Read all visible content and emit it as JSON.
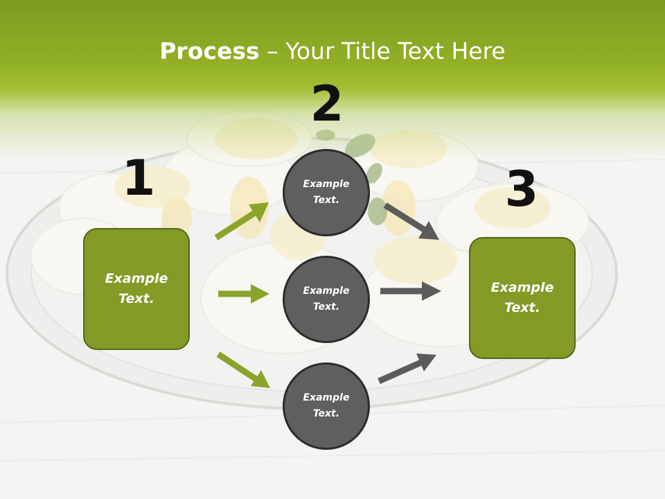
{
  "title": {
    "bold": "Process",
    "rest": " – Your Title Text Here"
  },
  "colors": {
    "header_green": "#93b127",
    "box_fill": "#839a26",
    "box_border": "#54661a",
    "circle_fill": "#5f5f5f",
    "circle_border": "#2c2c2c",
    "arrow_green": "#8aa52a",
    "arrow_gray": "#5b5b5b"
  },
  "steps": [
    {
      "number": "1"
    },
    {
      "number": "2"
    },
    {
      "number": "3"
    }
  ],
  "left_box": {
    "text": "Example\nText."
  },
  "right_box": {
    "text": "Example\nText."
  },
  "circles": [
    {
      "text": "Example\nText."
    },
    {
      "text": "Example\nText."
    },
    {
      "text": "Example\nText."
    }
  ]
}
